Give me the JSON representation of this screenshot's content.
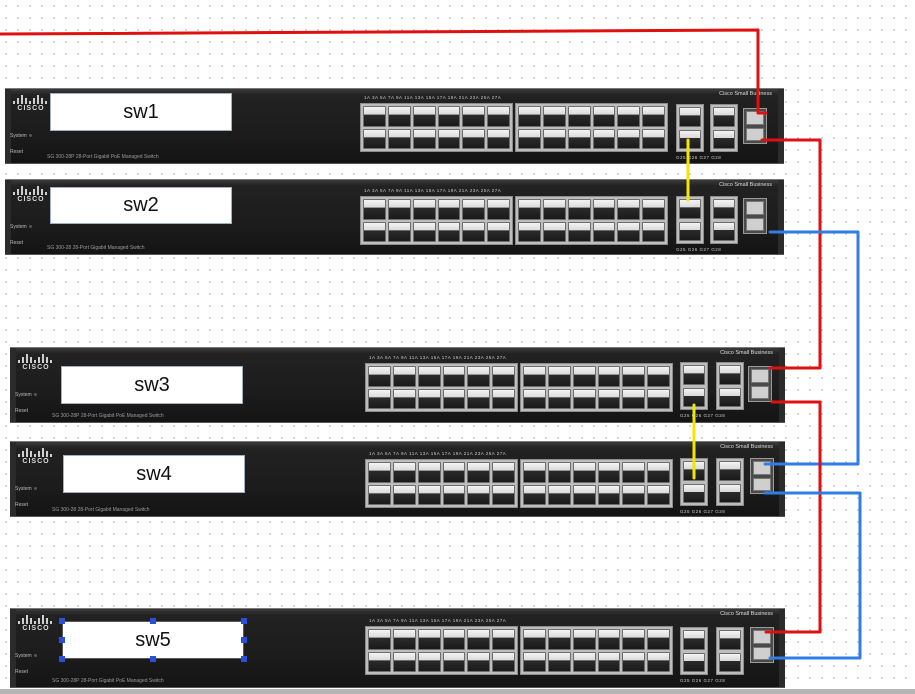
{
  "switches": [
    {
      "id": "sw1",
      "label": "sw1",
      "model": "SG 300-28P  28-Port Gigabit PoE Managed Switch",
      "brand": "Cisco Small Business"
    },
    {
      "id": "sw2",
      "label": "sw2",
      "model": "SG 300-28  28-Port Gigabit Managed Switch",
      "brand": "Cisco Small Business"
    },
    {
      "id": "sw3",
      "label": "sw3",
      "model": "SG 300-28P  28-Port Gigabit PoE Managed Switch",
      "brand": "Cisco Small Business"
    },
    {
      "id": "sw4",
      "label": "sw4",
      "model": "SG 300-28  28-Port Gigabit Managed Switch",
      "brand": "Cisco Small Business"
    },
    {
      "id": "sw5",
      "label": "sw5",
      "model": "SG 300-28P  28-Port Gigabit PoE Managed Switch",
      "brand": "Cisco Small Business",
      "selected": true
    }
  ],
  "vendor_logo_text": "CISCO",
  "system_label": "System",
  "reset_label": "Reset",
  "port_numbers": "1A  3A  5A  7A  9A  11A  13A  15A  17A  19A  21A  23A  25A  27A",
  "uplink_labels": "G25  G26  G27  G28",
  "colors": {
    "red_cable": "#e01010",
    "blue_cable": "#2f7ee6",
    "yellow_cable": "#f2e600",
    "selection_handle": "#2a4fd8"
  },
  "connections": [
    {
      "color": "red",
      "from": "off-canvas",
      "to": "sw1"
    },
    {
      "color": "yellow",
      "from": "sw1",
      "to": "sw2"
    },
    {
      "color": "red",
      "from": "sw1",
      "to": "sw3"
    },
    {
      "color": "blue",
      "from": "sw2",
      "to": "sw4"
    },
    {
      "color": "yellow",
      "from": "sw3",
      "to": "sw4"
    },
    {
      "color": "red",
      "from": "sw3",
      "to": "sw5"
    },
    {
      "color": "blue",
      "from": "sw4",
      "to": "sw5"
    }
  ]
}
